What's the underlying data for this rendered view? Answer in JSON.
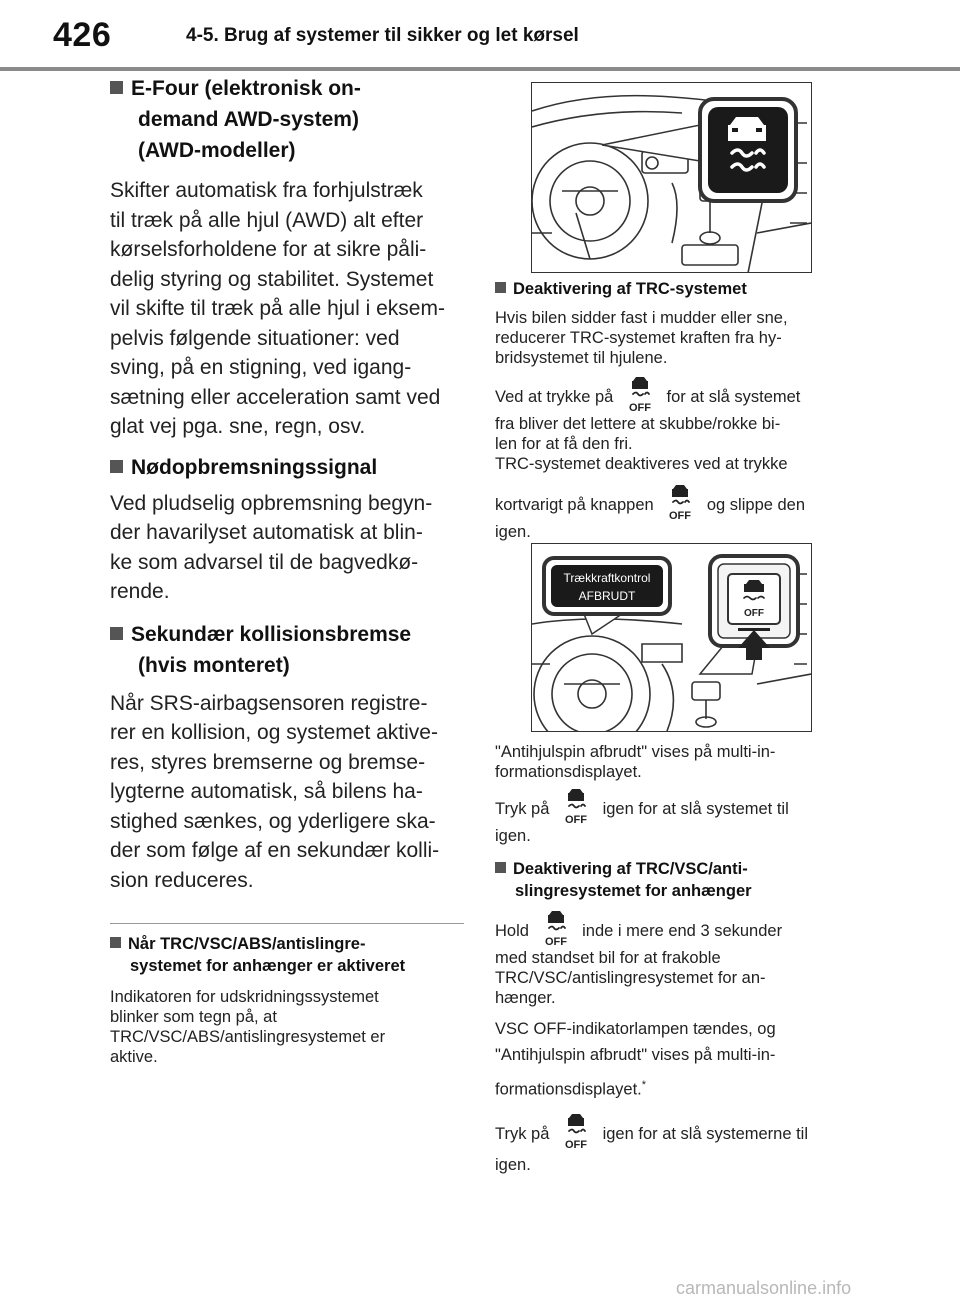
{
  "header": {
    "page_number": "426",
    "section_title": "4-5. Brug af systemer til sikker og let kørsel"
  },
  "left": {
    "efour_heading_1": "E-Four (elektronisk on-",
    "efour_heading_2": "demand AWD-system)",
    "efour_heading_3": "(AWD-modeller)",
    "efour_body": [
      "Skifter automatisk fra forhjulstræk",
      "til træk på alle hjul (AWD) alt efter",
      "kørselsforholdene for at sikre påli-",
      "delig styring og stabilitet. Systemet",
      "vil skifte til træk på alle hjul i eksem-",
      "pelvis følgende situationer: ved",
      "sving, på en stigning, ved igang-",
      "sætning eller acceleration samt ved",
      "glat vej pga. sne, regn, osv."
    ],
    "emergency_heading": "Nødopbremsningssignal",
    "emergency_body": [
      "Ved pludselig opbremsning begyn-",
      "der havarilyset automatisk at blin-",
      "ke som advarsel til de bagvedkø-",
      "rende."
    ],
    "secondary_heading_1": "Sekundær kollisionsbremse",
    "secondary_heading_2": "(hvis monteret)",
    "secondary_body": [
      "Når SRS-airbagsensoren registre-",
      "rer en kollision, og systemet aktive-",
      "res, styres bremserne og bremse-",
      "lygterne automatisk, så bilens ha-",
      "stighed sænkes, og yderligere ska-",
      "der som følge af en sekundær kolli-",
      "sion reduceres."
    ],
    "trailer_heading_1": "Når TRC/VSC/ABS/antislingre-",
    "trailer_heading_2": "systemet for anhænger er aktiveret",
    "trailer_body": [
      "Indikatoren for udskridningssystemet",
      "blinker som tegn på, at",
      "TRC/VSC/ABS/antislingresystemet er",
      "aktive."
    ]
  },
  "right": {
    "trc_heading": "Deaktivering af TRC-systemet",
    "trc_p1": [
      "Hvis bilen sidder fast i mudder eller sne,",
      "reducerer TRC-systemet kraften fra hy-",
      "bridsystemet til hjulene."
    ],
    "trc_p2_pre": "Ved at trykke på",
    "trc_p2_post": "for at slå systemet",
    "trc_p2_rest": [
      "fra bliver det lettere at skubbe/rokke bi-",
      "len for at få den fri.",
      "TRC-systemet deaktiveres ved at trykke"
    ],
    "trc_p3_pre": "kortvarigt på knappen",
    "trc_p3_post": "og slippe den",
    "trc_p3_end": "igen.",
    "display_label_1": "Trækkraftkontrol",
    "display_label_2": "AFBRUDT",
    "button_off_label": "OFF",
    "after_fig_1": "\"Antihjulspin afbrudt\" vises på multi-in-",
    "after_fig_2": "formationsdisplayet.",
    "reenable_pre": "Tryk på",
    "reenable_post": "igen for at slå systemet til",
    "reenable_end": "igen.",
    "vsc_heading_1": "Deaktivering af TRC/VSC/anti-",
    "vsc_heading_2": "slingresystemet for anhænger",
    "hold_pre": "Hold",
    "hold_post": "inde i mere end 3 sekunder",
    "hold_rest": [
      "med standset bil for at frakoble",
      "TRC/VSC/antislingresystemet for an-",
      "hænger."
    ],
    "vsc_p1": "VSC OFF-indikatorlampen tændes, og",
    "vsc_p2": "\"Antihjulspin afbrudt\" vises på multi-in-",
    "vsc_p3": "formationsdisplayet.",
    "vsc_asterisk": "*",
    "final_pre": "Tryk på",
    "final_post": "igen for at slå systemerne til",
    "final_end": "igen."
  },
  "footer": {
    "watermark": "carmanualsonline.info"
  }
}
